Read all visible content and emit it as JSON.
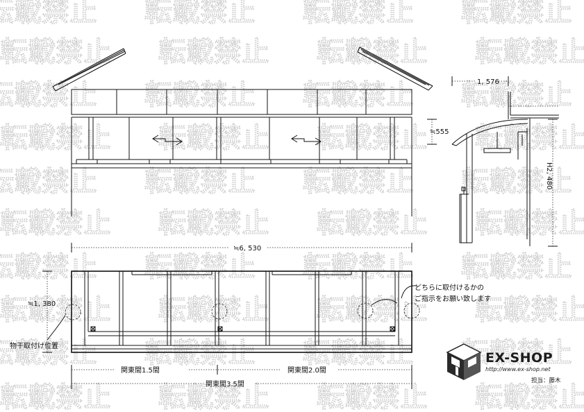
{
  "watermark": {
    "text": "転載禁止"
  },
  "front": {
    "width_dim": "≒6, 530",
    "height_dim": "≒1, 380",
    "callout_fix": "物干取付け位置",
    "note_line1": "どちらに取付けるかの",
    "note_line2": "ご指示をお願い致します",
    "span1": "関東間1.5間",
    "span2": "関東間2.0間",
    "span_total": "関東間3.5間"
  },
  "side": {
    "depth_dim": "1, 576",
    "roof_dim": "≒555",
    "height_dim": "H2, 480"
  },
  "logo": {
    "name": "EX-SHOP",
    "url": "http://www.ex-shop.net",
    "staff": "担当：藤木"
  }
}
